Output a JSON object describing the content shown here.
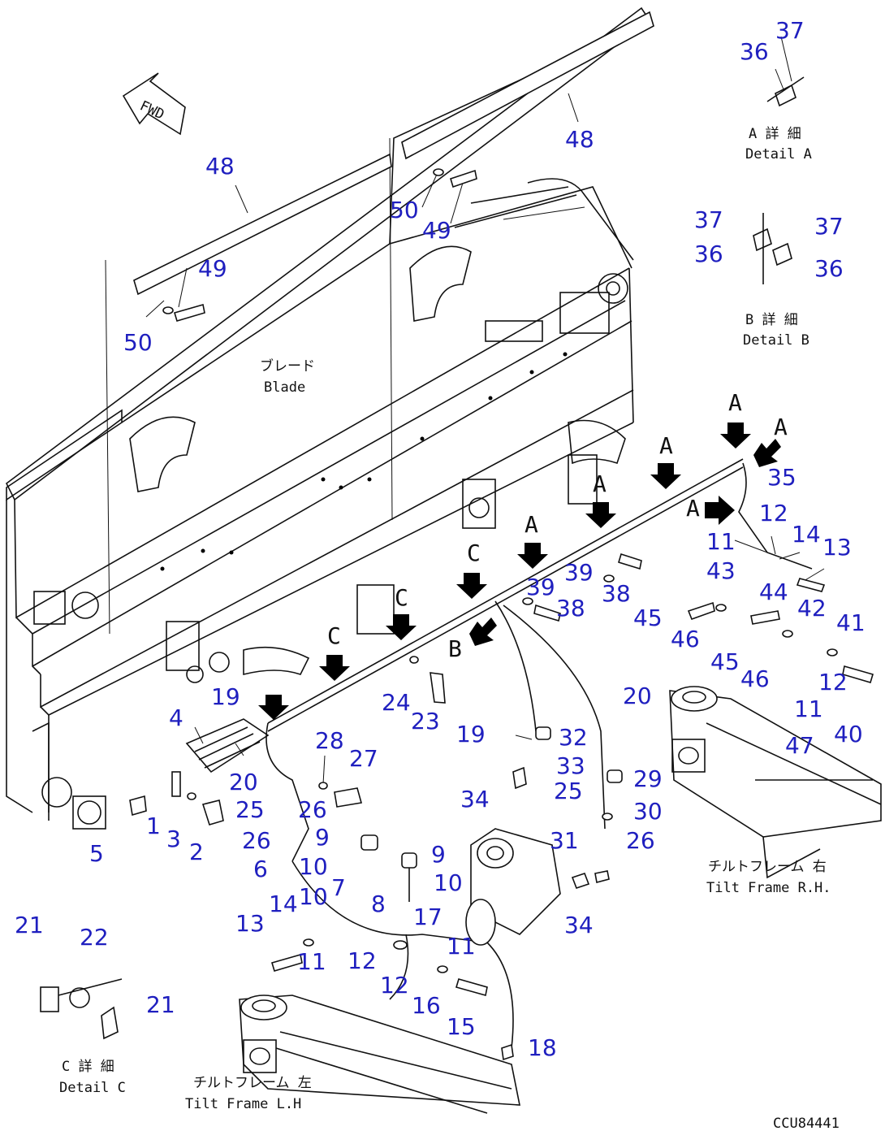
{
  "forward_mark": "FWD",
  "details": {
    "a_ja": "A 詳 細",
    "a_en": "Detail A",
    "b_ja": "B 詳 細",
    "b_en": "Detail B",
    "c_ja": "C 詳 細",
    "c_en": "Detail C"
  },
  "labels": {
    "blade_ja": "ブレード",
    "blade_en": "Blade",
    "tilt_rh_ja": "チルトフレーム 右",
    "tilt_rh_en": "Tilt Frame R.H.",
    "tilt_lh_ja": "チルトフレーム 左",
    "tilt_lh_en": "Tilt Frame L.H"
  },
  "view_letters": [
    "A",
    "A",
    "A",
    "A",
    "A",
    "A",
    "B",
    "C",
    "C",
    "C"
  ],
  "drawing_code": "CCU84441",
  "callouts": [
    "48",
    "48",
    "49",
    "50",
    "49",
    "50",
    "36",
    "37",
    "37",
    "36",
    "37",
    "36",
    "35",
    "12",
    "11",
    "14",
    "13",
    "39",
    "38",
    "39",
    "38",
    "43",
    "44",
    "42",
    "41",
    "45",
    "46",
    "45",
    "46",
    "12",
    "40",
    "11",
    "47",
    "19",
    "4",
    "20",
    "28",
    "27",
    "24",
    "23",
    "19",
    "20",
    "32",
    "33",
    "25",
    "34",
    "29",
    "30",
    "31",
    "26",
    "1",
    "3",
    "2",
    "5",
    "25",
    "26",
    "26",
    "9",
    "10",
    "6",
    "10",
    "7",
    "9",
    "10",
    "8",
    "17",
    "11",
    "13",
    "14",
    "11",
    "12",
    "12",
    "16",
    "15",
    "34",
    "18",
    "21",
    "22",
    "21"
  ]
}
